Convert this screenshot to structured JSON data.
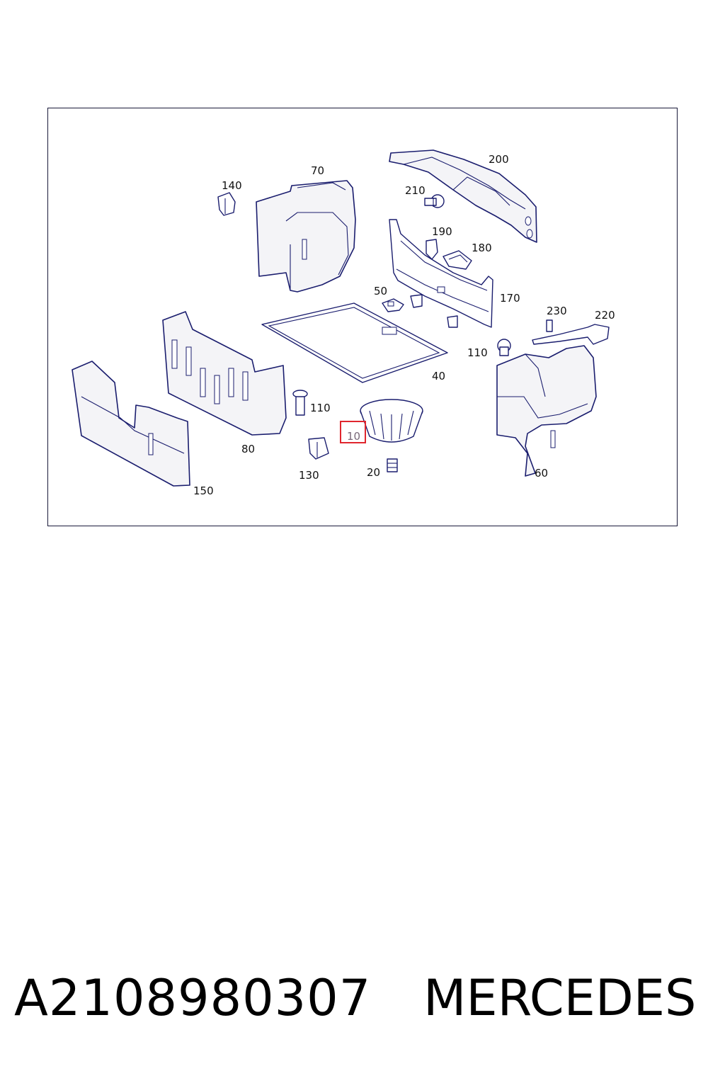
{
  "diagram": {
    "callouts": {
      "c10": "10",
      "c20": "20",
      "c40": "40",
      "c50": "50",
      "c60": "60",
      "c70": "70",
      "c80": "80",
      "c110a": "110",
      "c110b": "110",
      "c130": "130",
      "c140": "140",
      "c150": "150",
      "c170": "170",
      "c180": "180",
      "c190": "190",
      "c200": "200",
      "c210": "210",
      "c220": "220",
      "c230": "230"
    },
    "highlighted_callout": "10",
    "colors": {
      "line": "#1a1d6e",
      "highlight": "#e0262e"
    }
  },
  "footer": {
    "part_number": "A2108980307",
    "brand": "MERCEDES"
  }
}
